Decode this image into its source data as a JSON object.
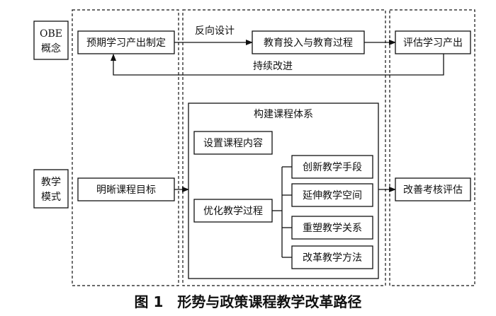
{
  "labels": {
    "obe_1": "OBE",
    "obe_2": "概念",
    "teach_1": "教学",
    "teach_2": "模式",
    "expected_outcome": "预期学习产出制定",
    "reverse_design": "反向设计",
    "edu_input": "教育投入与教育过程",
    "eval_outcome": "评估学习产出",
    "continuous_improve": "持续改进",
    "clarify_goals": "明晰课程目标",
    "build_system": "构建课程体系",
    "set_content": "设置课程内容",
    "optimize_process": "优化教学过程",
    "innovate_means": "创新教学手段",
    "extend_space": "延伸教学空间",
    "reshape_relation": "重塑教学关系",
    "reform_method": "改革教学方法",
    "improve_assessment": "改善考核评估"
  },
  "caption": "图 1　形势与政策课程教学改革路径"
}
